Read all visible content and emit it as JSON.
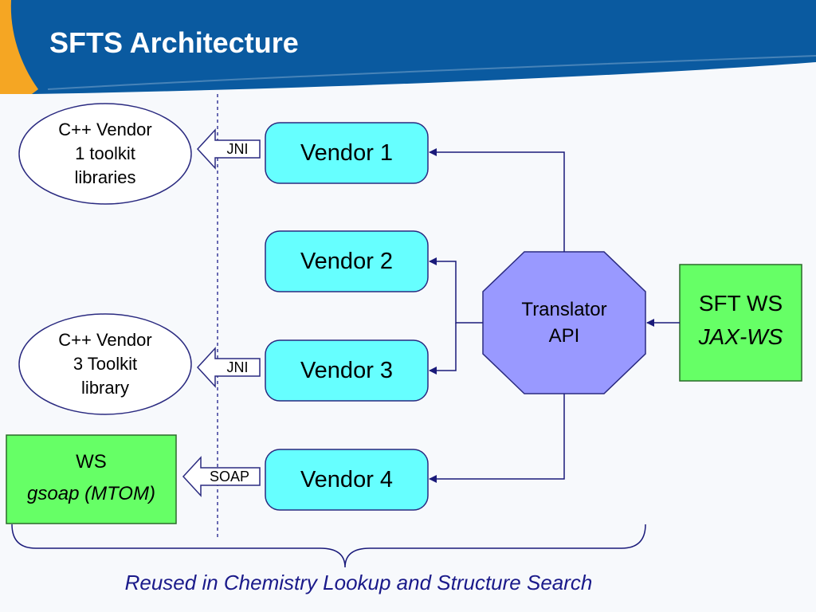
{
  "title": "SFTS Architecture",
  "colors": {
    "header_blue": "#0a5aa0",
    "header_orange": "#f5a623",
    "vendor_fill": "#66ffff",
    "ws_fill": "#66ff66",
    "translator_fill": "#9999ff",
    "arrow_color": "#1a1a7a"
  },
  "vendors": [
    {
      "label": "Vendor 1"
    },
    {
      "label": "Vendor 2"
    },
    {
      "label": "Vendor 3"
    },
    {
      "label": "Vendor 4"
    }
  ],
  "libraries": [
    {
      "line1": "C++ Vendor",
      "line2": "1 toolkit",
      "line3": "libraries"
    },
    {
      "line1": "C++ Vendor",
      "line2": "3 Toolkit",
      "line3": "library"
    }
  ],
  "interfaces": {
    "jni_1": "JNI",
    "jni_3": "JNI",
    "soap": "SOAP"
  },
  "ws_box": {
    "line1": "WS",
    "line2": "gsoap (MTOM)"
  },
  "translator": {
    "line1": "Translator",
    "line2": "API"
  },
  "sft_ws": {
    "line1": "SFT WS",
    "line2": "JAX-WS"
  },
  "footer_note": "Reused in Chemistry Lookup and Structure Search"
}
